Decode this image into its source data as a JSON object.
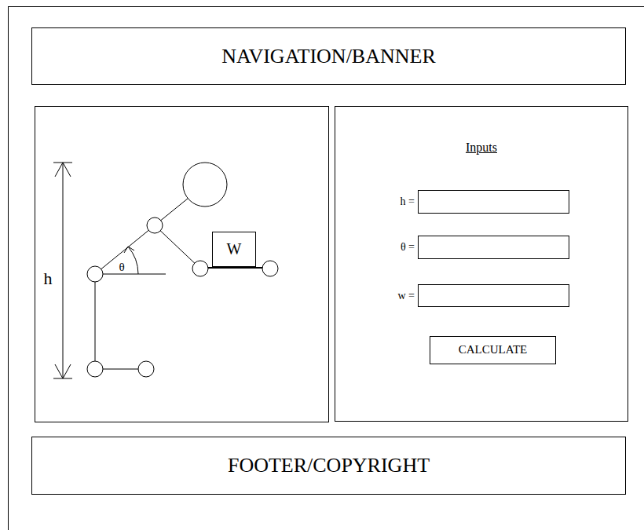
{
  "diagram": {
    "nodes": [
      {
        "text": [
          "NAVIGATION/BANNER"
        ]
      },
      {
        "text": [
          "W"
        ]
      },
      {
        "text": [
          "Inputs"
        ]
      },
      {
        "text": [
          "CALCULATE"
        ],
        "in": 2
      },
      {
        "text": [
          "FOOTER/COPYRIGHT"
        ]
      }
    ],
    "labels": [
      "h",
      "θ",
      "h =",
      "θ =",
      "w ="
    ]
  }
}
